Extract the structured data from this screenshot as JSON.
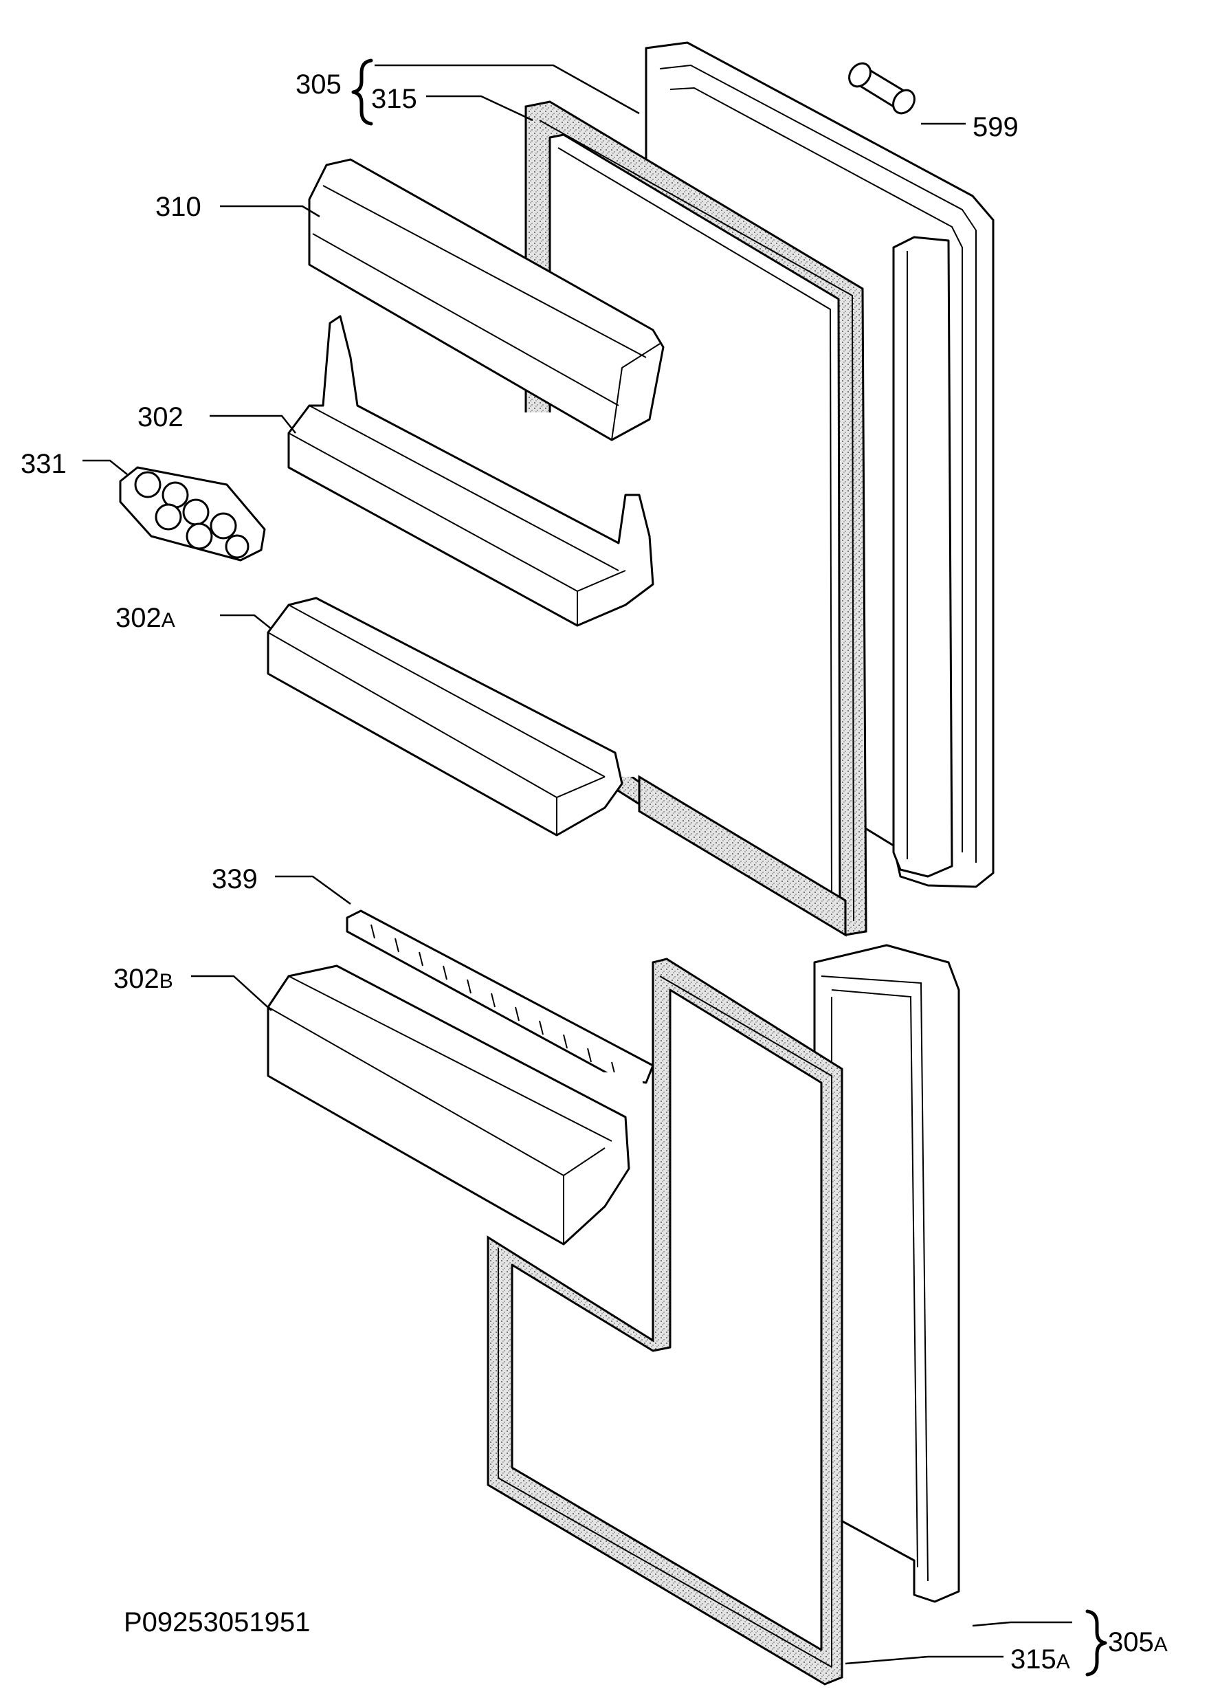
{
  "diagram": {
    "code": "P09253051951",
    "callouts": {
      "p305": "305",
      "p315": "315",
      "p599": "599",
      "p310": "310",
      "p302": "302",
      "p331": "331",
      "p302a_num": "302",
      "p302a_suf": "A",
      "p339": "339",
      "p302b_num": "302",
      "p302b_suf": "B",
      "p315a_num": "315",
      "p315a_suf": "A",
      "p305a_num": "305",
      "p305a_suf": "A"
    }
  }
}
